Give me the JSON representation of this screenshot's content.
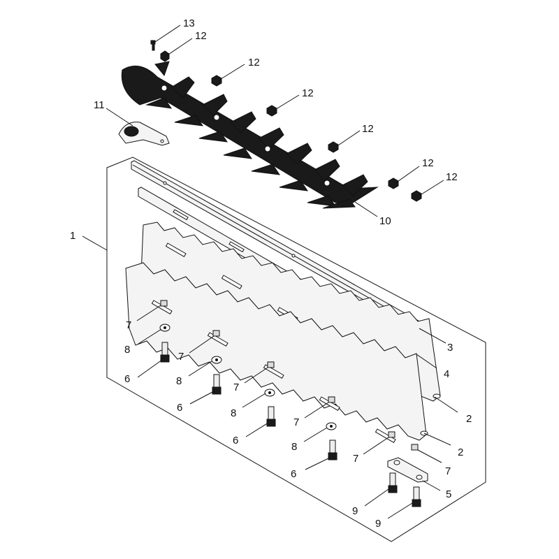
{
  "diagram": {
    "callouts": [
      "1",
      "2",
      "2",
      "3",
      "4",
      "5",
      "6",
      "6",
      "6",
      "6",
      "7",
      "7",
      "7",
      "7",
      "7",
      "7",
      "8",
      "8",
      "8",
      "8",
      "9",
      "9",
      "10",
      "11",
      "12",
      "12",
      "12",
      "12",
      "12",
      "12",
      "13"
    ]
  }
}
